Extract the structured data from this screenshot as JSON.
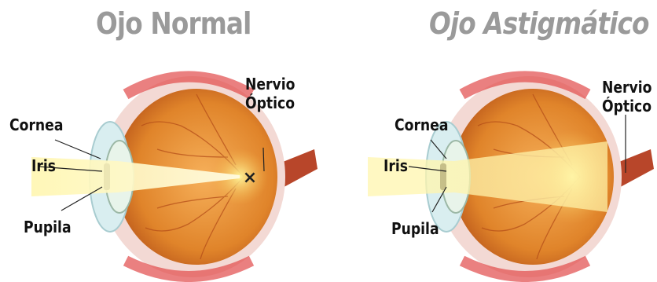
{
  "titles": {
    "normal": "Ojo Normal",
    "astigmatic": "Ojo Astigmático"
  },
  "labels": {
    "left": {
      "cornea": "Cornea",
      "iris": "Iris",
      "pupila": "Pupila",
      "nervio_1": "Nervio",
      "nervio_2": "Óptico"
    },
    "right": {
      "cornea": "Cornea",
      "iris": "Iris",
      "pupila": "Pupila",
      "nervio_1": "Nervio",
      "nervio_2": "Óptico"
    }
  },
  "focus_marker": "×"
}
